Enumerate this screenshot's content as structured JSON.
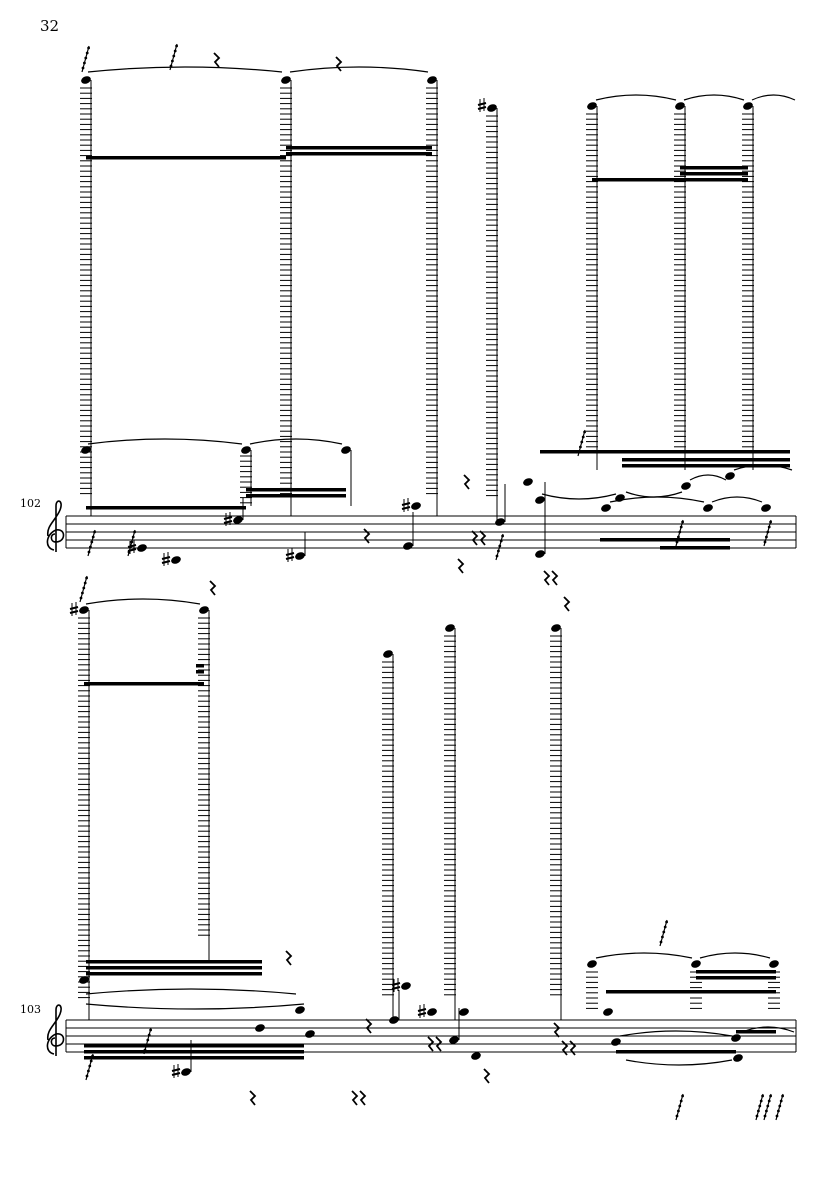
{
  "page": {
    "number": "32"
  },
  "systems": [
    {
      "measure_number": "102",
      "clef": "treble"
    },
    {
      "measure_number": "103",
      "clef": "treble"
    }
  ],
  "colors": {
    "ink": "#000000",
    "paper": "#ffffff"
  }
}
